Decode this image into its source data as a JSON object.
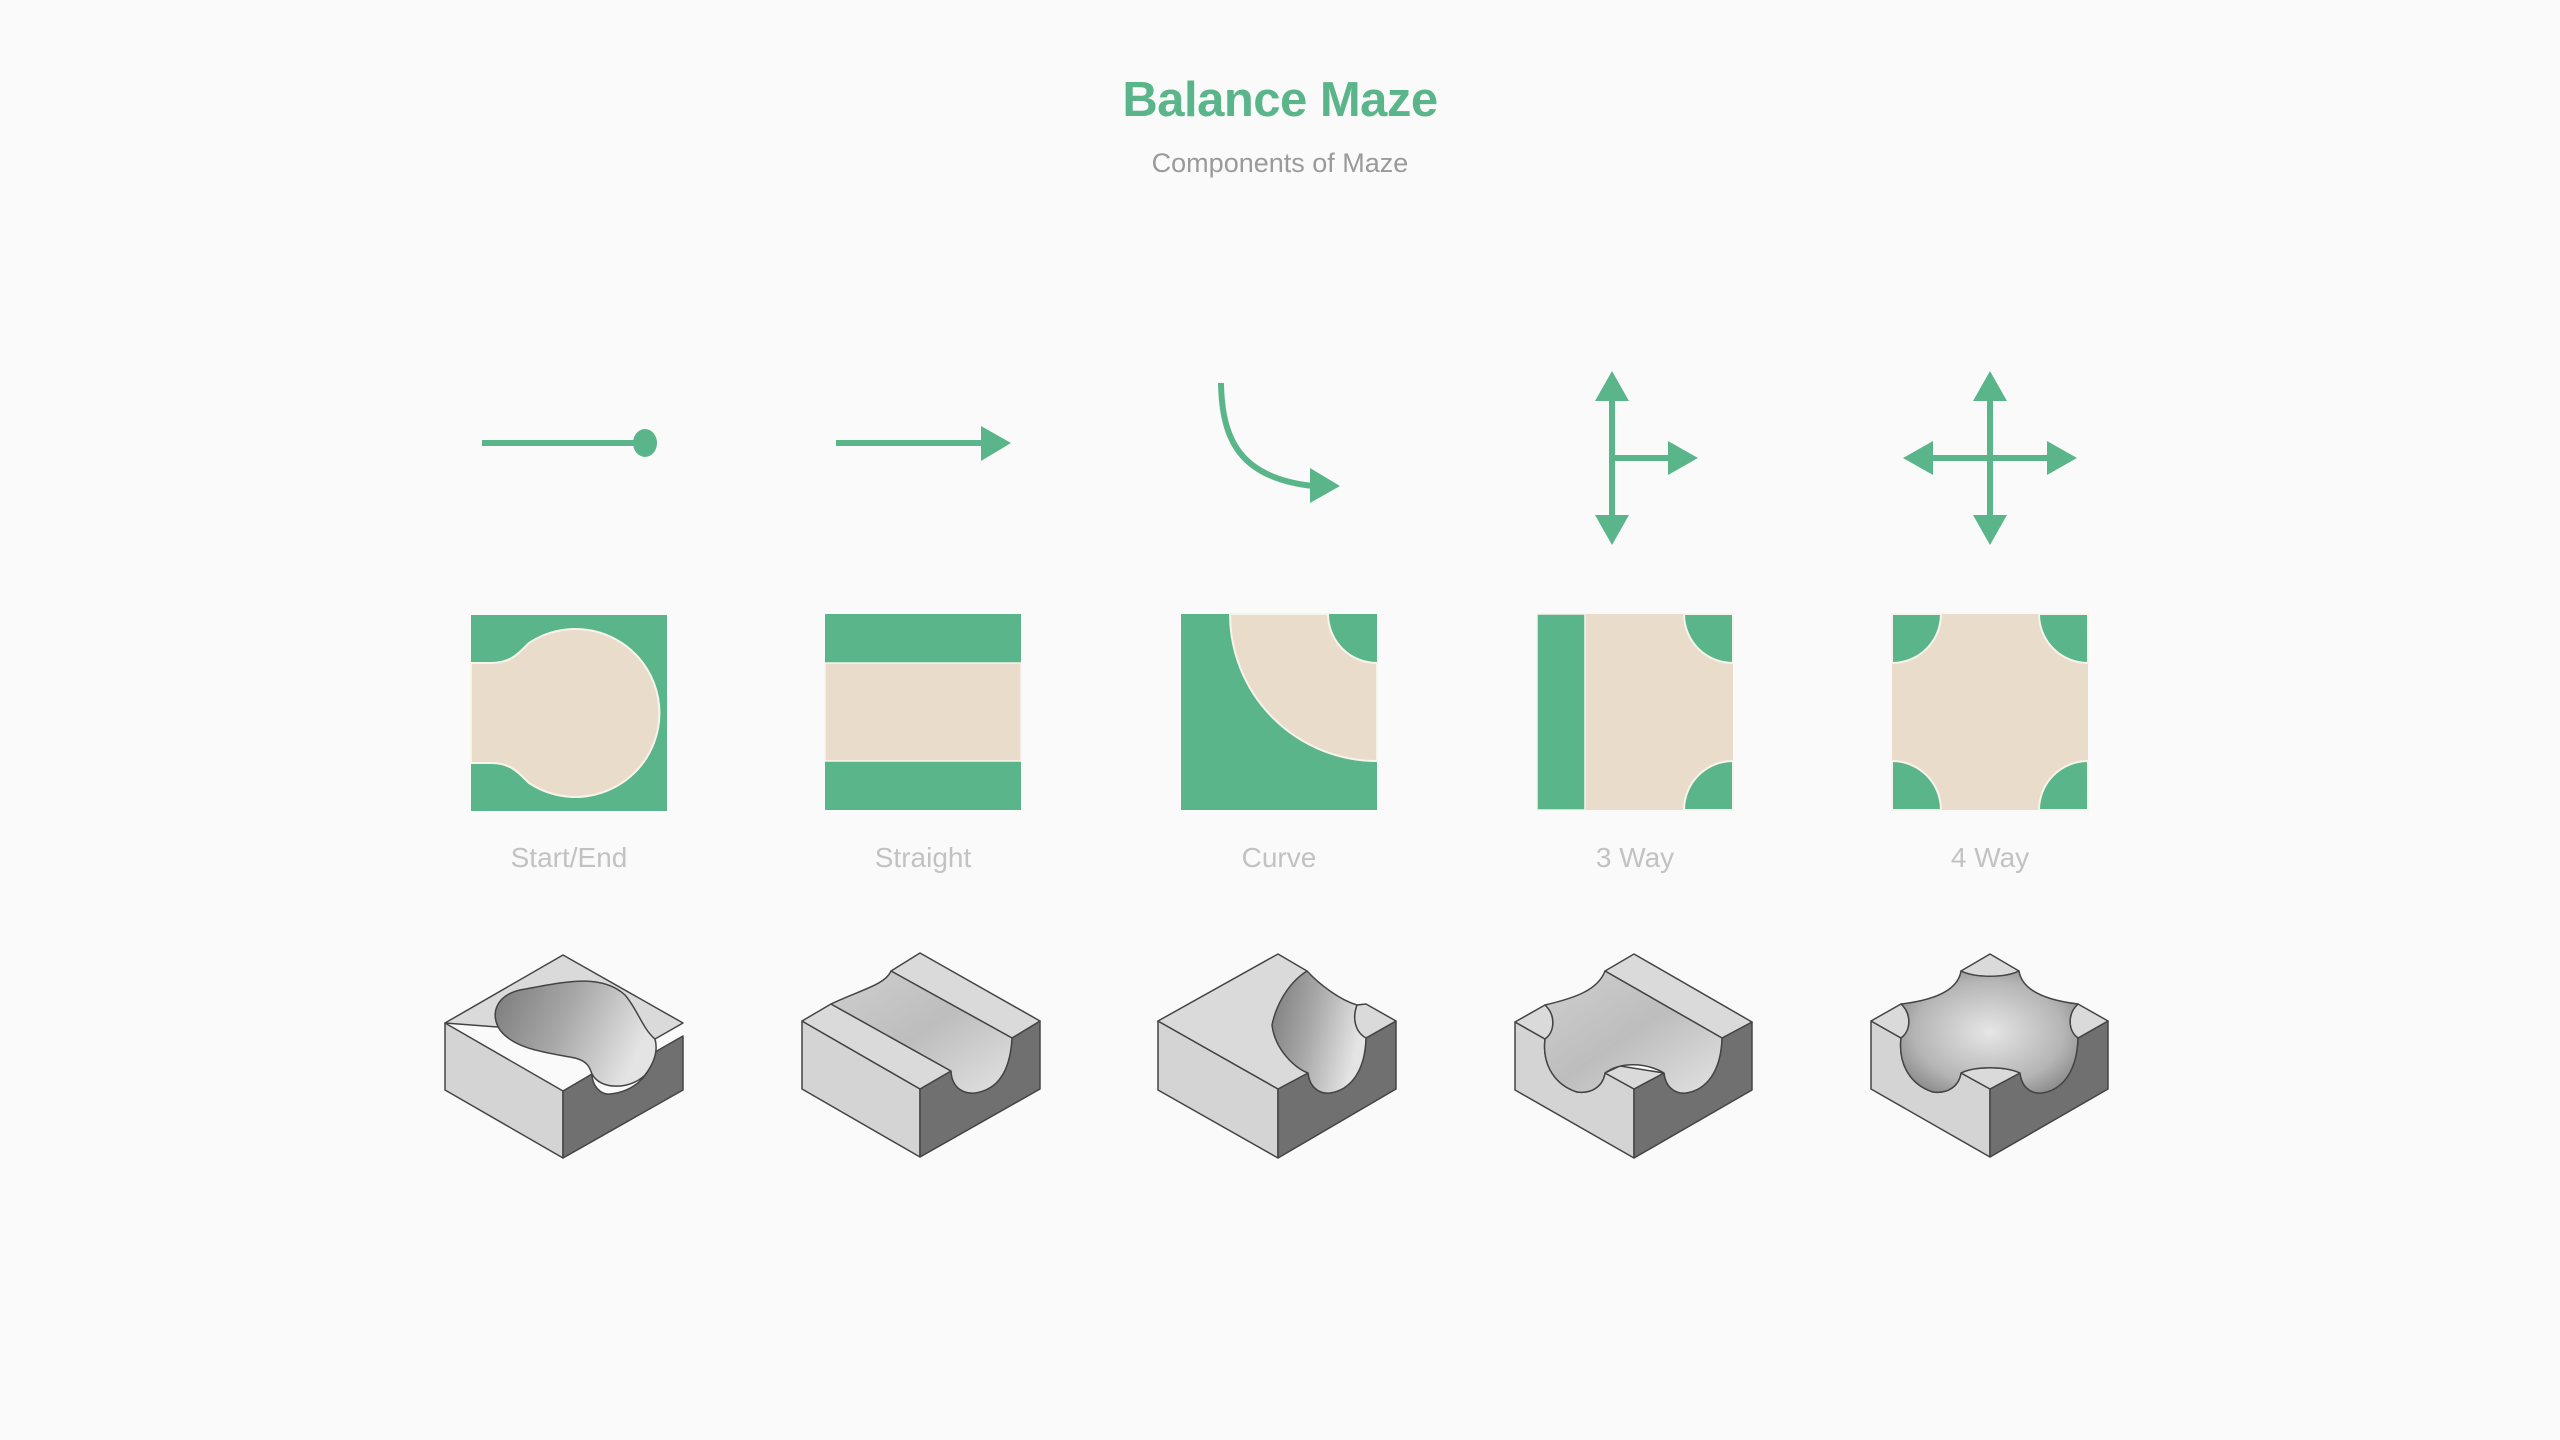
{
  "header": {
    "title": "Balance Maze",
    "subtitle": "Components of Maze"
  },
  "colors": {
    "background": "#fafafa",
    "accent_green": "#5bb58a",
    "tile_beige": "#eadccb",
    "label_gray": "#c2c2c2",
    "subtitle_gray": "#9a9a9a",
    "block_top": "#dadada",
    "block_left": "#d2d2d2",
    "block_right": "#707070"
  },
  "components": [
    {
      "id": "start-end",
      "label": "Start/End",
      "icon": "line-with-dot-icon"
    },
    {
      "id": "straight",
      "label": "Straight",
      "icon": "arrow-right-icon"
    },
    {
      "id": "curve",
      "label": "Curve",
      "icon": "curved-arrow-icon"
    },
    {
      "id": "three-way",
      "label": "3 Way",
      "icon": "three-way-arrow-icon"
    },
    {
      "id": "four-way",
      "label": "4 Way",
      "icon": "four-way-arrow-icon"
    }
  ]
}
